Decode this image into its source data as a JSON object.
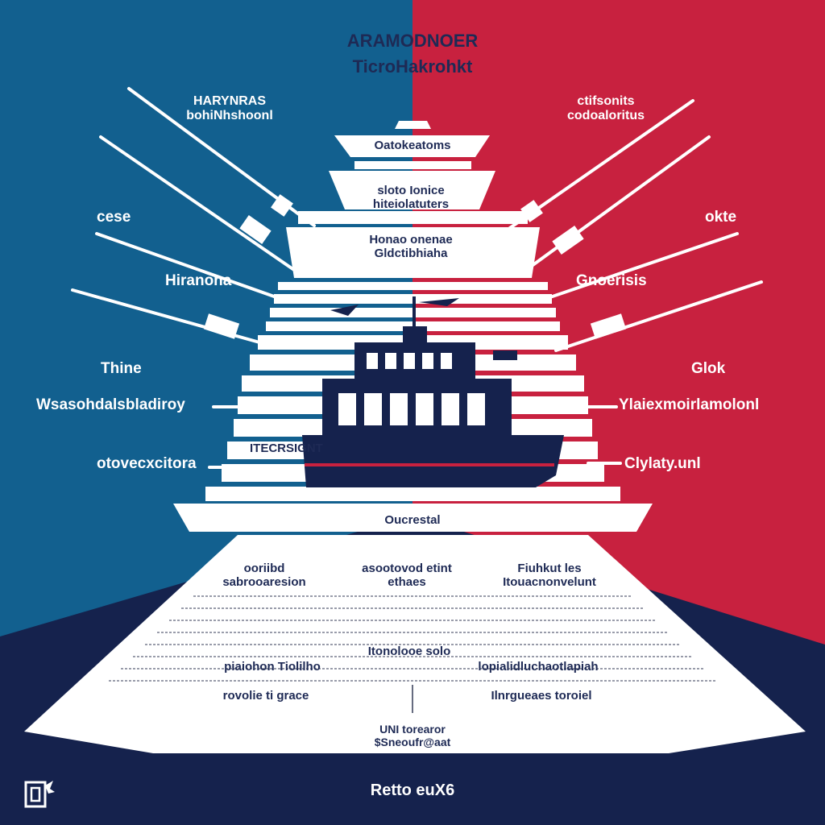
{
  "colors": {
    "blue": "#12608f",
    "red": "#c8213f",
    "navy": "#15224d",
    "white": "#ffffff"
  },
  "header": {
    "title_line1": "ARAMODNOER",
    "title_line2": "TicroHakrohkt"
  },
  "left_labels": [
    {
      "line1": "HARYNRAS",
      "line2": "bohiNhshoonl"
    },
    {
      "line1": "cese"
    },
    {
      "line1": "Hiranona"
    },
    {
      "line1": "Thine"
    },
    {
      "line1": "Wsasohdalsbladiroy"
    },
    {
      "line1": "otovecxcitora"
    }
  ],
  "right_labels": [
    {
      "line1": "ctifsonits",
      "line2": "codoaloritus"
    },
    {
      "line1": "okte"
    },
    {
      "line1": "Gnoerisis"
    },
    {
      "line1": "Glok"
    },
    {
      "line1": "Ylaiexmoirlamolonl"
    },
    {
      "line1": "Clylaty.unl"
    }
  ],
  "tiers": [
    {
      "text": "Oatokeatoms"
    },
    {
      "line1": "sloto Ionice",
      "line2": "hiteiolatuters"
    },
    {
      "line1": "Honao onenae",
      "line2": "Gldctibhiaha"
    }
  ],
  "ship_label": "ITECRSIGNT",
  "base_label": "Oucrestal",
  "table": {
    "row1": [
      {
        "line1": "ooriibd",
        "line2": "sabrooaresion"
      },
      {
        "line1": "asootovod etint",
        "line2": "ethaes"
      },
      {
        "line1": "Fiuhkut les",
        "line2": "Itouacnonvelunt"
      }
    ],
    "row2": [
      {
        "line1": "piaiohon Tiolilho"
      },
      {
        "line1": "Itonolooe solo"
      },
      {
        "line1": "lopialidluchaotlapiah"
      }
    ],
    "row3": [
      {
        "line1": "rovolie ti grace"
      },
      {
        "line1": "Ilnrgueaes toroiel"
      }
    ],
    "footer_line1": "UNI torearor",
    "footer_line2": "$Sneoufr@aat"
  },
  "bottom_caption": "Retto euX6"
}
